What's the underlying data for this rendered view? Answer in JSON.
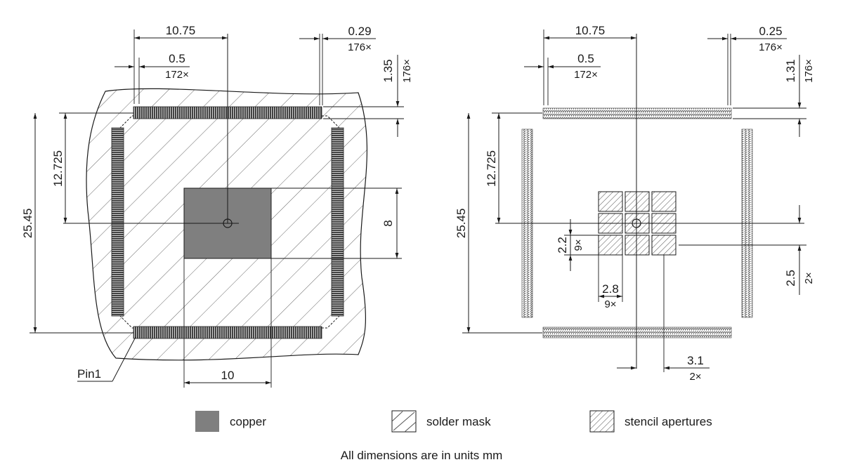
{
  "left_view": {
    "dims": {
      "pitch_span": "10.75",
      "pad_width": "0.5",
      "pad_width_count": "172×",
      "pad_gap": "0.29",
      "pad_gap_count": "176×",
      "pad_length": "1.35",
      "pad_length_count": "176×",
      "half_span": "12.725",
      "full_span": "25.45",
      "ep_height": "8",
      "ep_width": "10"
    },
    "pin_label": "Pin1"
  },
  "right_view": {
    "dims": {
      "pitch_span": "10.75",
      "pad_width": "0.5",
      "pad_width_count": "172×",
      "pad_gap": "0.25",
      "pad_gap_count": "176×",
      "pad_length": "1.31",
      "pad_length_count": "176×",
      "half_span": "12.725",
      "full_span": "25.45",
      "stencil_h": "2.2",
      "stencil_h_count": "9×",
      "stencil_w": "2.8",
      "stencil_w_count": "9×",
      "stencil_pitch_y": "2.5",
      "stencil_pitch_y_count": "2×",
      "stencil_pitch_x": "3.1",
      "stencil_pitch_x_count": "2×"
    }
  },
  "legend": {
    "copper": "copper",
    "solder_mask": "solder mask",
    "stencil": "stencil apertures"
  },
  "footer": "All dimensions are in units mm",
  "colors": {
    "copper": "#7f7f7f",
    "line": "#1a1a1a",
    "hatch": "#555555",
    "pad_dark": "#5a5a5a",
    "pad_stroke": "#222222"
  }
}
